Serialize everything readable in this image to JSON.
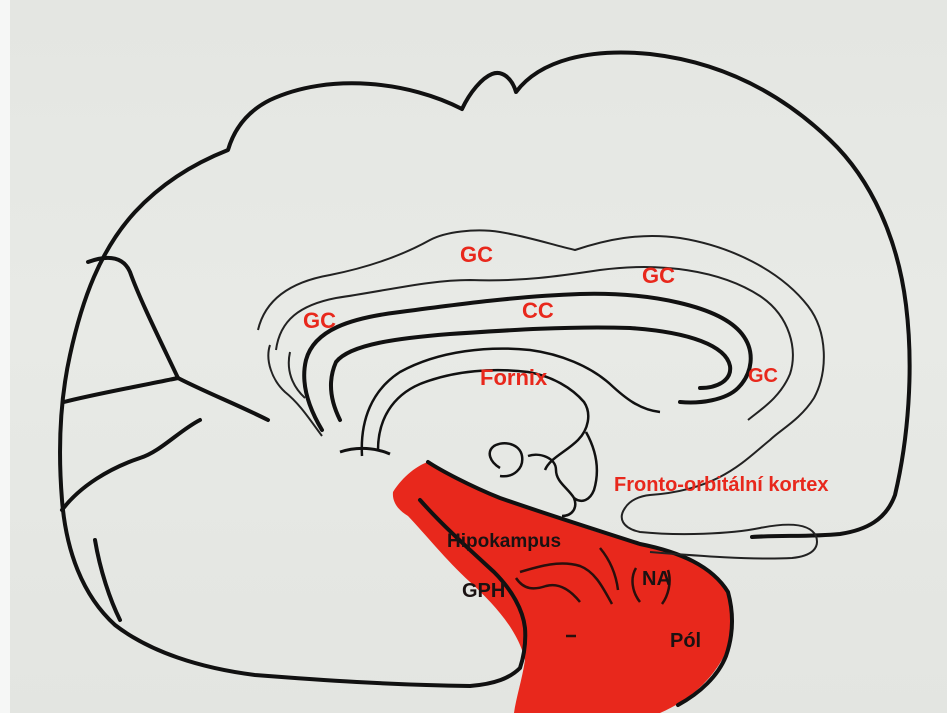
{
  "labels": {
    "gc_top": "GC",
    "gc_right_upper": "GC",
    "gc_left": "GC",
    "gc_right_lower": "GC",
    "cc": "CC",
    "fornix": "Fornix",
    "fronto_orbital": "Fronto-orbitální kortex",
    "hipokampus": "Hipokampus",
    "gph": "GPH",
    "na": "NA",
    "pol": "Pól"
  },
  "colors": {
    "highlight": "#e8281c",
    "label_red": "#e8281c",
    "label_dark": "#1a1212",
    "outline": "#111111"
  }
}
